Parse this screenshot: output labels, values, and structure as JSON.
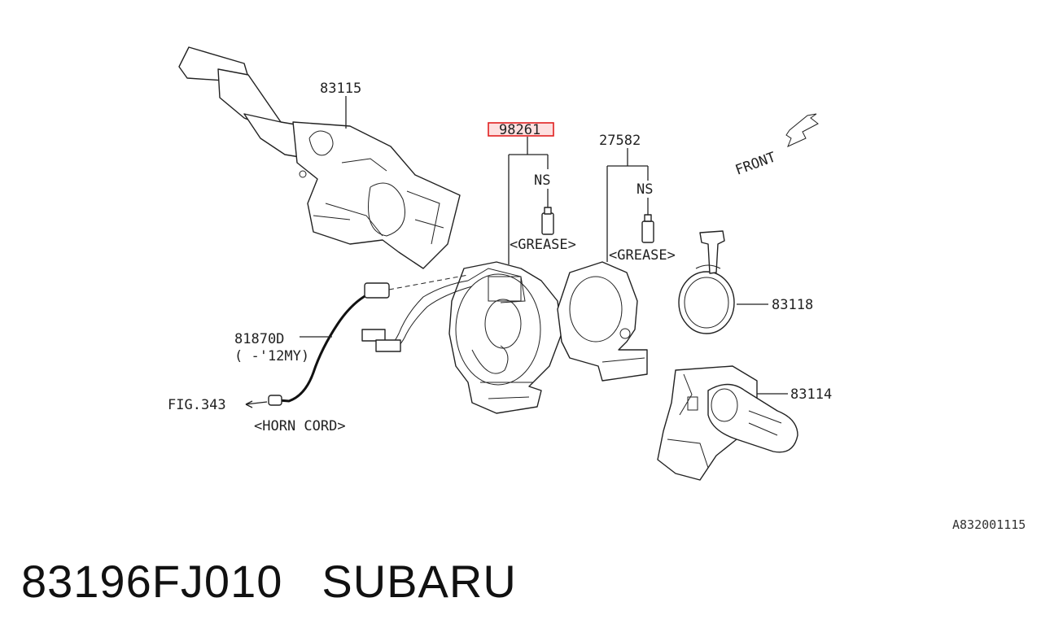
{
  "diagram": {
    "labels": {
      "p83115": "83115",
      "p98261": "98261",
      "p27582": "27582",
      "ns1": "NS",
      "ns2": "NS",
      "grease1": "<GREASE>",
      "grease2": "<GREASE>",
      "front": "FRONT",
      "p83118": "83118",
      "p81870": "81870D",
      "p81870_note": "( -'12MY)",
      "fig": "FIG.343",
      "horn": "<HORN CORD>",
      "p83114": "83114"
    },
    "highlight_color": "#e02020",
    "drawing_code": "A832001115"
  },
  "caption": {
    "part_number": "83196FJ010",
    "brand": "SUBARU"
  }
}
